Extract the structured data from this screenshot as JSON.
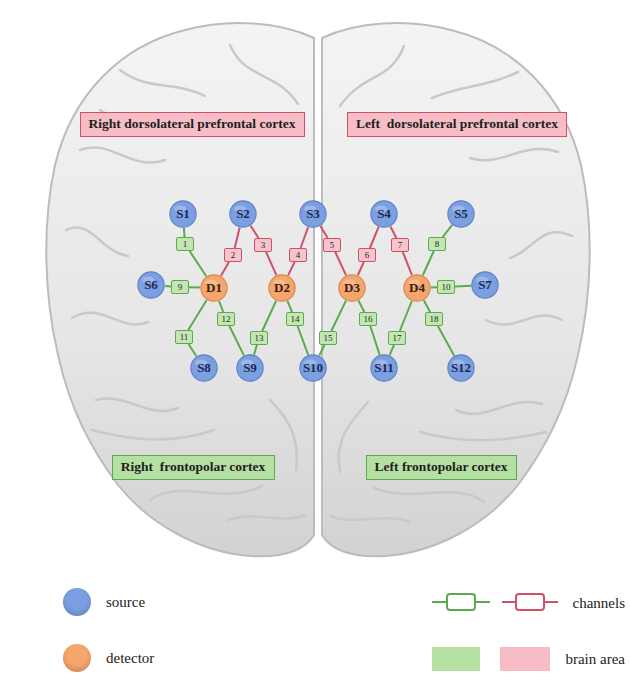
{
  "diagram": {
    "nodes": [
      {
        "text": [
          "Right dorsolateral prefrontal cortex"
        ]
      },
      {
        "text": [
          "Left  dorsolateral prefrontal cortex"
        ]
      },
      {
        "text": [
          "S1"
        ]
      },
      {
        "text": [
          "S2"
        ]
      },
      {
        "text": [
          "S3"
        ]
      },
      {
        "text": [
          "S4"
        ]
      },
      {
        "text": [
          "S5"
        ]
      },
      {
        "text": [
          "1"
        ]
      },
      {
        "text": [
          "2"
        ]
      },
      {
        "text": [
          "3"
        ]
      },
      {
        "text": [
          "4"
        ]
      },
      {
        "text": [
          "5"
        ]
      },
      {
        "text": [
          "6"
        ]
      },
      {
        "text": [
          "7"
        ]
      },
      {
        "text": [
          "8"
        ]
      },
      {
        "text": [
          "S6"
        ]
      },
      {
        "text": [
          "9"
        ]
      },
      {
        "text": [
          "D1"
        ]
      },
      {
        "text": [
          "D2"
        ]
      },
      {
        "text": [
          "D3"
        ]
      },
      {
        "text": [
          "D4"
        ]
      },
      {
        "text": [
          "10"
        ]
      },
      {
        "text": [
          "S7"
        ]
      },
      {
        "text": [
          "11"
        ]
      },
      {
        "text": [
          "12"
        ]
      },
      {
        "text": [
          "13"
        ]
      },
      {
        "text": [
          "14"
        ]
      },
      {
        "text": [
          "15"
        ]
      },
      {
        "text": [
          "16"
        ]
      },
      {
        "text": [
          "17"
        ]
      },
      {
        "text": [
          "18"
        ]
      },
      {
        "text": [
          "S8"
        ]
      },
      {
        "text": [
          "S9"
        ]
      },
      {
        "text": [
          "S10"
        ]
      },
      {
        "text": [
          "S11"
        ]
      },
      {
        "text": [
          "S12"
        ]
      },
      {
        "text": [
          "Right  frontopolar cortex"
        ]
      },
      {
        "text": [
          "Left frontopolar cortex"
        ]
      }
    ],
    "edges": [
      {
        "from": 2,
        "to": 7,
        "arrow": "none"
      },
      {
        "from": 7,
        "to": 17,
        "arrow": "none"
      },
      {
        "from": 3,
        "to": 8,
        "arrow": "none"
      },
      {
        "from": 8,
        "to": 17,
        "arrow": "none"
      },
      {
        "from": 3,
        "to": 9,
        "arrow": "none"
      },
      {
        "from": 9,
        "to": 18,
        "arrow": "none"
      },
      {
        "from": 4,
        "to": 10,
        "arrow": "none"
      },
      {
        "from": 10,
        "to": 18,
        "arrow": "none"
      },
      {
        "from": 4,
        "to": 11,
        "arrow": "none"
      },
      {
        "from": 11,
        "to": 19,
        "arrow": "none"
      },
      {
        "from": 5,
        "to": 12,
        "arrow": "none"
      },
      {
        "from": 12,
        "to": 19,
        "arrow": "none"
      },
      {
        "from": 5,
        "to": 13,
        "arrow": "none"
      },
      {
        "from": 13,
        "to": 20,
        "arrow": "none"
      },
      {
        "from": 6,
        "to": 14,
        "arrow": "none"
      },
      {
        "from": 14,
        "to": 20,
        "arrow": "none"
      },
      {
        "from": 15,
        "to": 16,
        "arrow": "none"
      },
      {
        "from": 16,
        "to": 17,
        "arrow": "none"
      },
      {
        "from": 22,
        "to": 21,
        "arrow": "none"
      },
      {
        "from": 21,
        "to": 20,
        "arrow": "none"
      },
      {
        "from": 31,
        "to": 23,
        "arrow": "none"
      },
      {
        "from": 23,
        "to": 17,
        "arrow": "none"
      },
      {
        "from": 32,
        "to": 24,
        "arrow": "none"
      },
      {
        "from": 24,
        "to": 17,
        "arrow": "none"
      },
      {
        "from": 32,
        "to": 25,
        "arrow": "none"
      },
      {
        "from": 25,
        "to": 18,
        "arrow": "none"
      },
      {
        "from": 33,
        "to": 26,
        "arrow": "none"
      },
      {
        "from": 26,
        "to": 18,
        "arrow": "none"
      },
      {
        "from": 33,
        "to": 27,
        "arrow": "none"
      },
      {
        "from": 27,
        "to": 19,
        "arrow": "none"
      },
      {
        "from": 34,
        "to": 28,
        "arrow": "none"
      },
      {
        "from": 28,
        "to": 19,
        "arrow": "none"
      },
      {
        "from": 34,
        "to": 29,
        "arrow": "none"
      },
      {
        "from": 29,
        "to": 20,
        "arrow": "none"
      },
      {
        "from": 35,
        "to": 30,
        "arrow": "none"
      },
      {
        "from": 30,
        "to": 20,
        "arrow": "none"
      }
    ],
    "legend": [
      {
        "text": "source",
        "color": "#7b9fe0"
      },
      {
        "text": "detector",
        "color": "#f4a66c"
      },
      {
        "text": "channels"
      },
      {
        "text": "brain area"
      }
    ]
  }
}
